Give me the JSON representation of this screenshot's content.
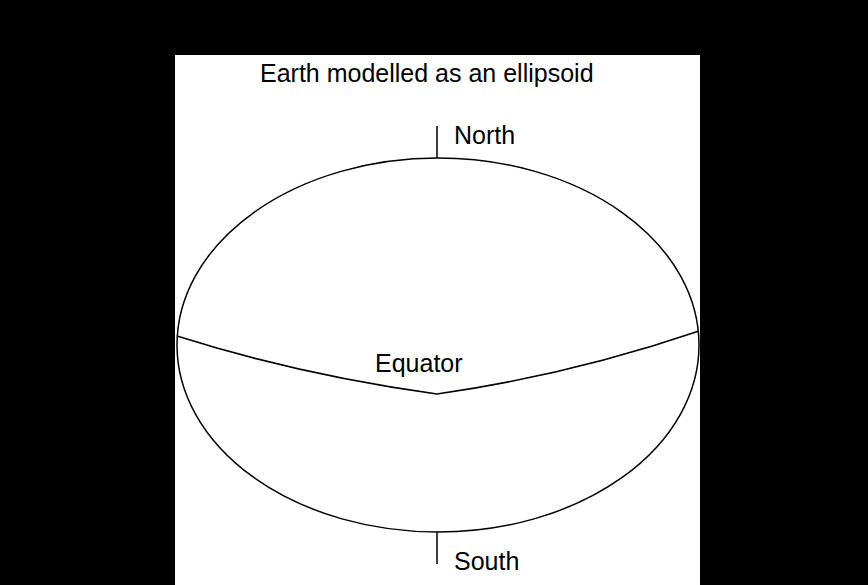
{
  "diagram": {
    "title": "Earth modelled as an ellipsoid",
    "labels": [
      "North",
      "Equator",
      "South"
    ]
  }
}
